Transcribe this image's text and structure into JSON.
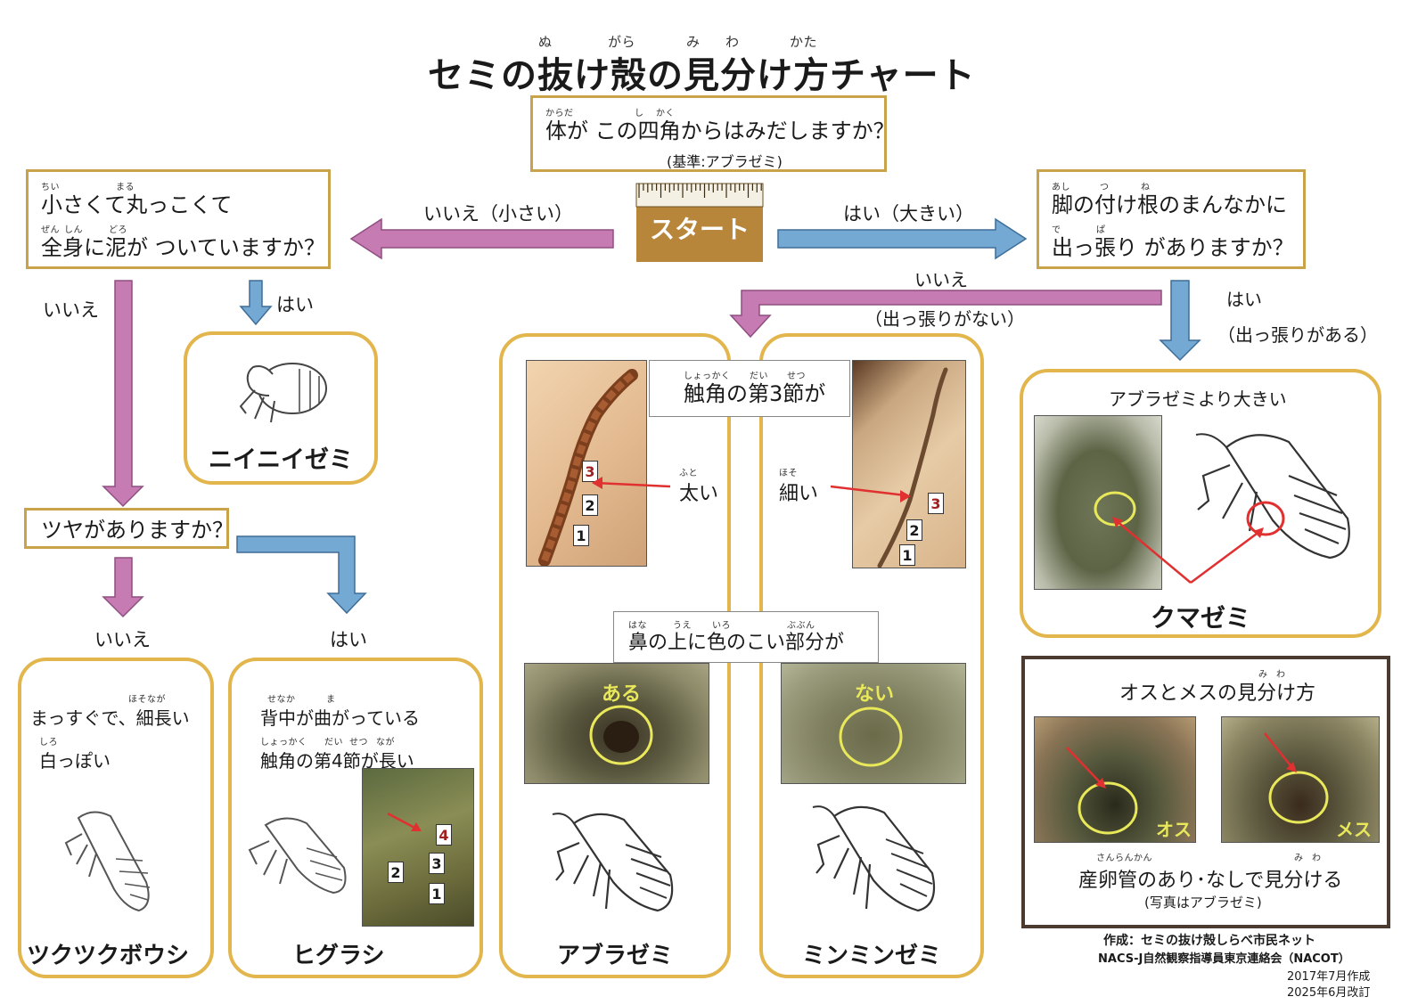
{
  "title": {
    "text": "セミの抜け殻の見分け方チャート",
    "ruby": [
      "ぬ",
      "がら",
      "み",
      "わ",
      "かた"
    ]
  },
  "start": {
    "question": "体が この四角からはみだしますか？",
    "ruby": [
      "からだ",
      "し",
      "かく"
    ],
    "note": "(基準:アブラゼミ)",
    "label": "スタート",
    "left_label": "いいえ（小さい）",
    "right_label": "はい（大きい）"
  },
  "left_question": {
    "line1": "小さくて丸っこくて",
    "ruby1": [
      "ちい",
      "まる"
    ],
    "line2": "全身に泥が ついていますか？",
    "ruby2": [
      "ぜん",
      "しん",
      "どろ"
    ],
    "no": "いいえ",
    "yes": "はい"
  },
  "niinii": {
    "name": "ニイニイゼミ"
  },
  "gloss": {
    "question": "ツヤがありますか？",
    "no": "いいえ",
    "yes": "はい"
  },
  "tsukutsuku": {
    "line1": "まっすぐで、細長い",
    "ruby1": "ほそなが",
    "line2": "白っぽい",
    "ruby2": "しろ",
    "name": "ツクツクボウシ"
  },
  "higurashi": {
    "line1": "背中が曲がっている",
    "ruby1": [
      "せなか",
      "ま"
    ],
    "line2": "触角の第4節が長い",
    "ruby2": [
      "しょっかく",
      "だい",
      "せつ",
      "なが"
    ],
    "segments": [
      "4",
      "3",
      "2",
      "1"
    ],
    "name": "ヒグラシ"
  },
  "right_question": {
    "line1": "脚の付け根のまんなかに",
    "ruby1": [
      "あし",
      "つ",
      "ね"
    ],
    "line2": "出っ張り がありますか？",
    "ruby2": [
      "で",
      "ぱ"
    ],
    "no": "いいえ",
    "no_note": "（出っ張りがない）",
    "yes": "はい",
    "yes_note": "（出っ張りがある）"
  },
  "antenna": {
    "question": "触角の第3節が",
    "ruby": [
      "しょっかく",
      "だい",
      "せつ"
    ],
    "thick": "太い",
    "thick_ruby": "ふと",
    "thin": "細い",
    "thin_ruby": "ほそ",
    "segments": [
      "3",
      "2",
      "1"
    ]
  },
  "nose": {
    "question": "鼻の上に色のこい部分が",
    "ruby": [
      "はな",
      "うえ",
      "いろ",
      "ぶぶん"
    ],
    "yes": "ある",
    "no": "ない"
  },
  "abura": {
    "name": "アブラゼミ"
  },
  "minmin": {
    "name": "ミンミンゼミ"
  },
  "kuma": {
    "note": "アブラゼミより大きい",
    "name": "クマゼミ"
  },
  "sex": {
    "title": "オスとメスの見分け方",
    "title_ruby": [
      "み",
      "わ"
    ],
    "male": "オス",
    "female": "メス",
    "caption": "産卵管のあり･なしで見分ける",
    "caption_ruby": [
      "さんらんかん",
      "み",
      "わ"
    ],
    "photo_note": "(写真はアブラゼミ)"
  },
  "credits": {
    "line1": "作成：セミの抜け殻しらべ市民ネット",
    "line2": "NACS-J自然観察指導員東京連絡会（NACOT）",
    "line3": "2017年7月作成",
    "line4": "2025年6月改訂"
  },
  "colors": {
    "pink": "#c77bb3",
    "blue": "#5f9bcc",
    "frame": "#e2b64c",
    "ruler": "#b8863a",
    "red": "#e03030",
    "yellow": "#e8e85a"
  }
}
